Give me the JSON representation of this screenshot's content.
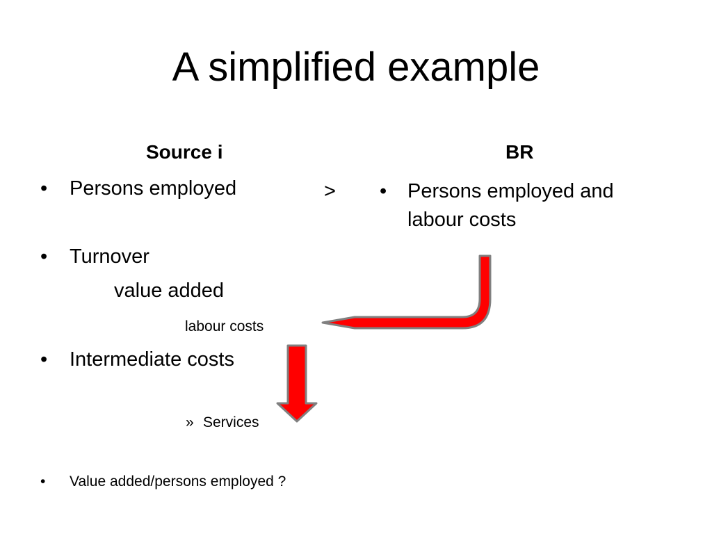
{
  "slide": {
    "title": "A simplified example"
  },
  "left": {
    "heading": "Source i",
    "bullet_char": "•",
    "item1": "Persons employed",
    "item2": "Turnover",
    "item2_sub": "value added",
    "item2_subsub": "labour costs",
    "item3": "Intermediate costs",
    "item3_sub_marker": "»",
    "item3_sub": "Services",
    "item4": "Value added/persons employed ?"
  },
  "comparison": {
    "symbol": ">"
  },
  "right": {
    "heading": "BR",
    "bullet_char": "•",
    "item1_line1": "Persons employed and",
    "item1_line2": "labour costs"
  },
  "colors": {
    "arrow_fill": "#ff0000",
    "arrow_stroke": "#808080"
  }
}
